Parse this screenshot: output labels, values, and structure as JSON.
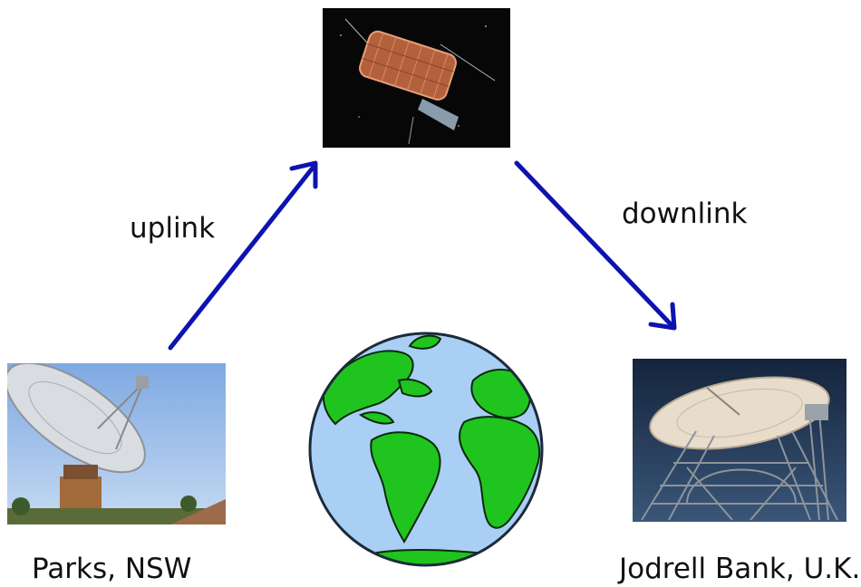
{
  "labels": {
    "uplink": "uplink",
    "downlink": "downlink",
    "left_station": "Parks, NSW",
    "right_station": "Jodrell Bank, U.K."
  },
  "images": {
    "satellite": "satellite",
    "earth": "globe-earth",
    "left_station": "radio-telescope-parks",
    "right_station": "radio-telescope-jodrell-bank"
  },
  "colors": {
    "arrow": "#0d13b0",
    "ocean": "#a9cff5",
    "land": "#1fc41f",
    "space": "#0a0a0a",
    "sky_left": "#8fb6e8",
    "sky_right": "#1c2e4a"
  }
}
